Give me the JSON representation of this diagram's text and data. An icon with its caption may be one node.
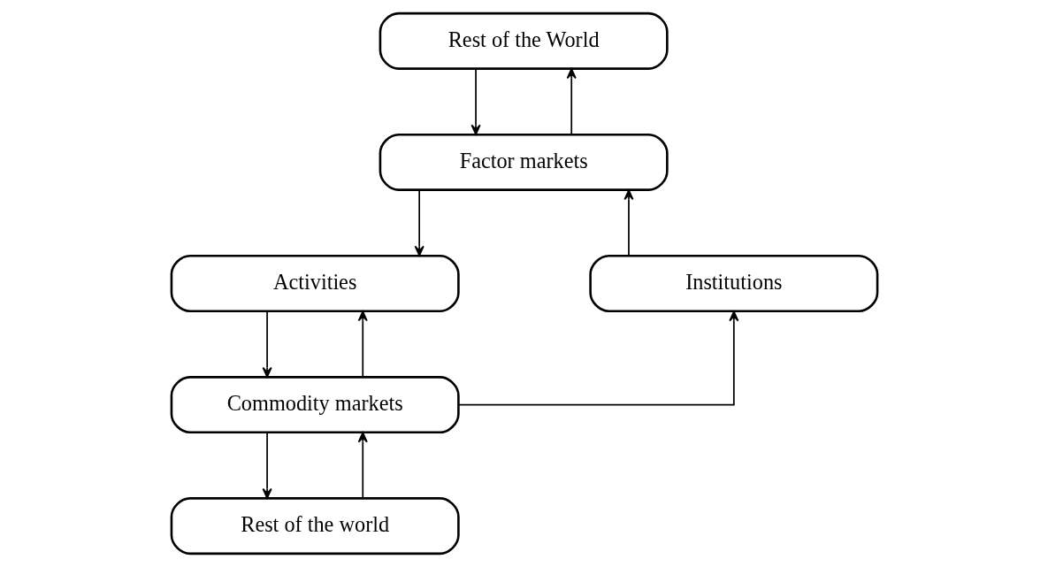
{
  "diagram": {
    "nodes": [
      {
        "text": [
          "Rest of the World"
        ]
      },
      {
        "text": [
          "Factor markets"
        ]
      },
      {
        "text": [
          "Activities"
        ]
      },
      {
        "text": [
          "Institutions"
        ]
      },
      {
        "text": [
          "Commodity markets"
        ]
      },
      {
        "text": [
          "Rest of the world"
        ]
      }
    ],
    "edges": [
      {
        "from": 1,
        "to": 0,
        "arrow": "to"
      },
      {
        "from": 0,
        "to": 1,
        "arrow": "to"
      },
      {
        "from": 1,
        "to": 2,
        "arrow": "to"
      },
      {
        "from": 2,
        "to": 4,
        "arrow": "to"
      },
      {
        "from": 4,
        "to": 2,
        "arrow": "to"
      },
      {
        "from": 4,
        "to": 3,
        "arrow": "to"
      },
      {
        "from": 3,
        "to": 1,
        "arrow": "to"
      },
      {
        "from": 4,
        "to": 5,
        "arrow": "to"
      },
      {
        "from": 5,
        "to": 4,
        "arrow": "to"
      }
    ]
  }
}
